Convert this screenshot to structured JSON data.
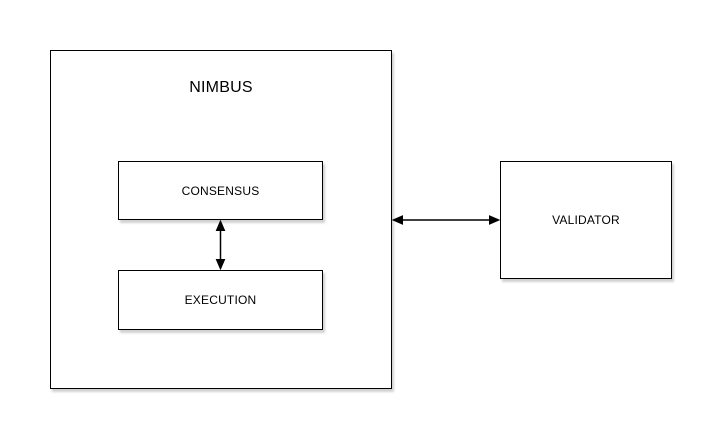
{
  "diagram": {
    "container": {
      "label": "NIMBUS"
    },
    "nodes": {
      "consensus": {
        "label": "CONSENSUS"
      },
      "execution": {
        "label": "EXECUTION"
      },
      "validator": {
        "label": "VALIDATOR"
      }
    },
    "edges": [
      {
        "from": "consensus",
        "to": "execution",
        "style": "double-headed-arrow",
        "orientation": "vertical"
      },
      {
        "from": "nimbus-container",
        "to": "validator",
        "style": "double-headed-arrow",
        "orientation": "horizontal"
      }
    ],
    "colors": {
      "background": "#ffffff",
      "shape_fill": "#ffffff",
      "shape_border": "#000000",
      "text": "#000000",
      "arrow": "#000000"
    }
  }
}
